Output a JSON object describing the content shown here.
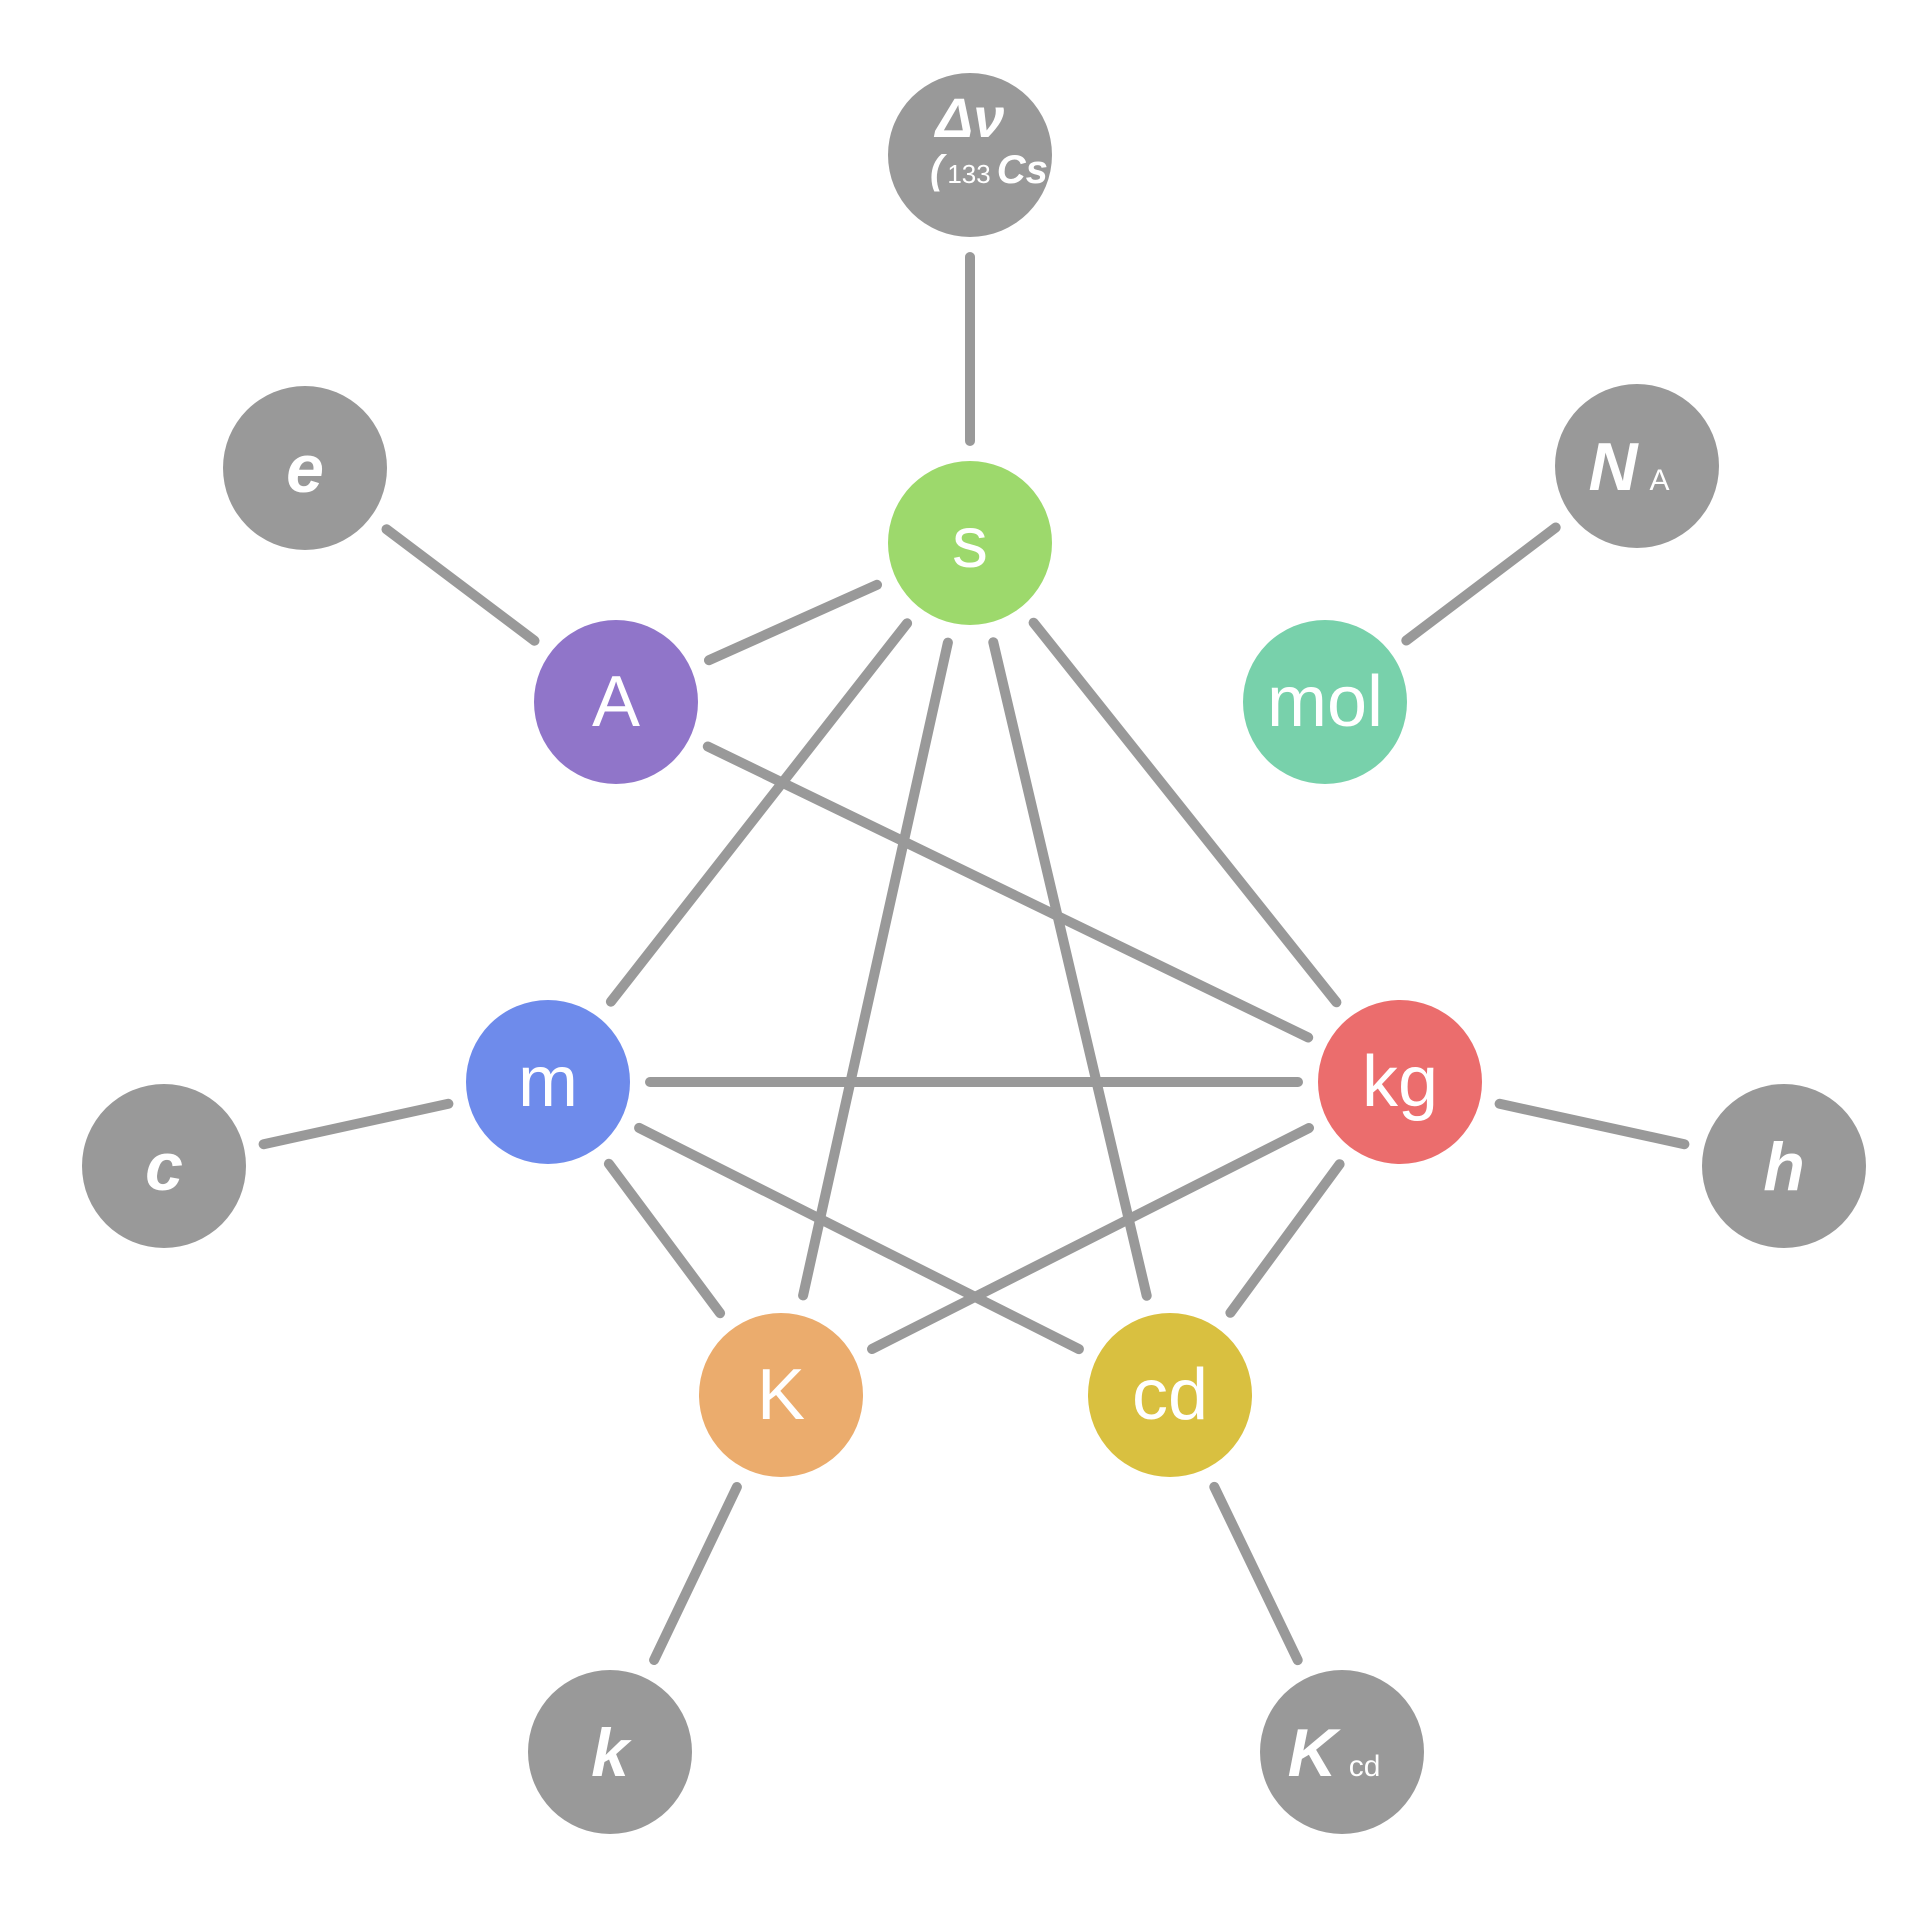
{
  "colors": {
    "edge": "#999999",
    "constant": "#999999",
    "text": "#ffffff"
  },
  "units": [
    {
      "id": "s",
      "label": "s",
      "color": "#9DD96C"
    },
    {
      "id": "A",
      "label": "A",
      "color": "#9075C9"
    },
    {
      "id": "mol",
      "label": "mol",
      "color": "#78D1AB"
    },
    {
      "id": "m",
      "label": "m",
      "color": "#6E8BEB"
    },
    {
      "id": "kg",
      "label": "kg",
      "color": "#EB6D6D"
    },
    {
      "id": "K",
      "label": "K",
      "color": "#EBAC6D"
    },
    {
      "id": "cd",
      "label": "cd",
      "color": "#D9C040"
    }
  ],
  "constants": [
    {
      "id": "dnu",
      "main": "Δν",
      "line2_open": "(",
      "line2_sup": "133",
      "line2_main": "Cs"
    },
    {
      "id": "e",
      "main": "e",
      "sub": ""
    },
    {
      "id": "NA",
      "main": "N",
      "sub": "A"
    },
    {
      "id": "c",
      "main": "c",
      "sub": ""
    },
    {
      "id": "h",
      "main": "h",
      "sub": ""
    },
    {
      "id": "k",
      "main": "k",
      "sub": ""
    },
    {
      "id": "Kcd",
      "main": "K",
      "sub": "cd"
    }
  ],
  "edges": [
    [
      "dnu",
      "s"
    ],
    [
      "e",
      "A"
    ],
    [
      "NA",
      "mol"
    ],
    [
      "c",
      "m"
    ],
    [
      "h",
      "kg"
    ],
    [
      "k",
      "K"
    ],
    [
      "Kcd",
      "cd"
    ],
    [
      "s",
      "A"
    ],
    [
      "s",
      "m"
    ],
    [
      "s",
      "K"
    ],
    [
      "s",
      "cd"
    ],
    [
      "s",
      "kg"
    ],
    [
      "A",
      "kg"
    ],
    [
      "m",
      "kg"
    ],
    [
      "m",
      "cd"
    ],
    [
      "m",
      "K"
    ],
    [
      "kg",
      "K"
    ],
    [
      "kg",
      "cd"
    ]
  ]
}
